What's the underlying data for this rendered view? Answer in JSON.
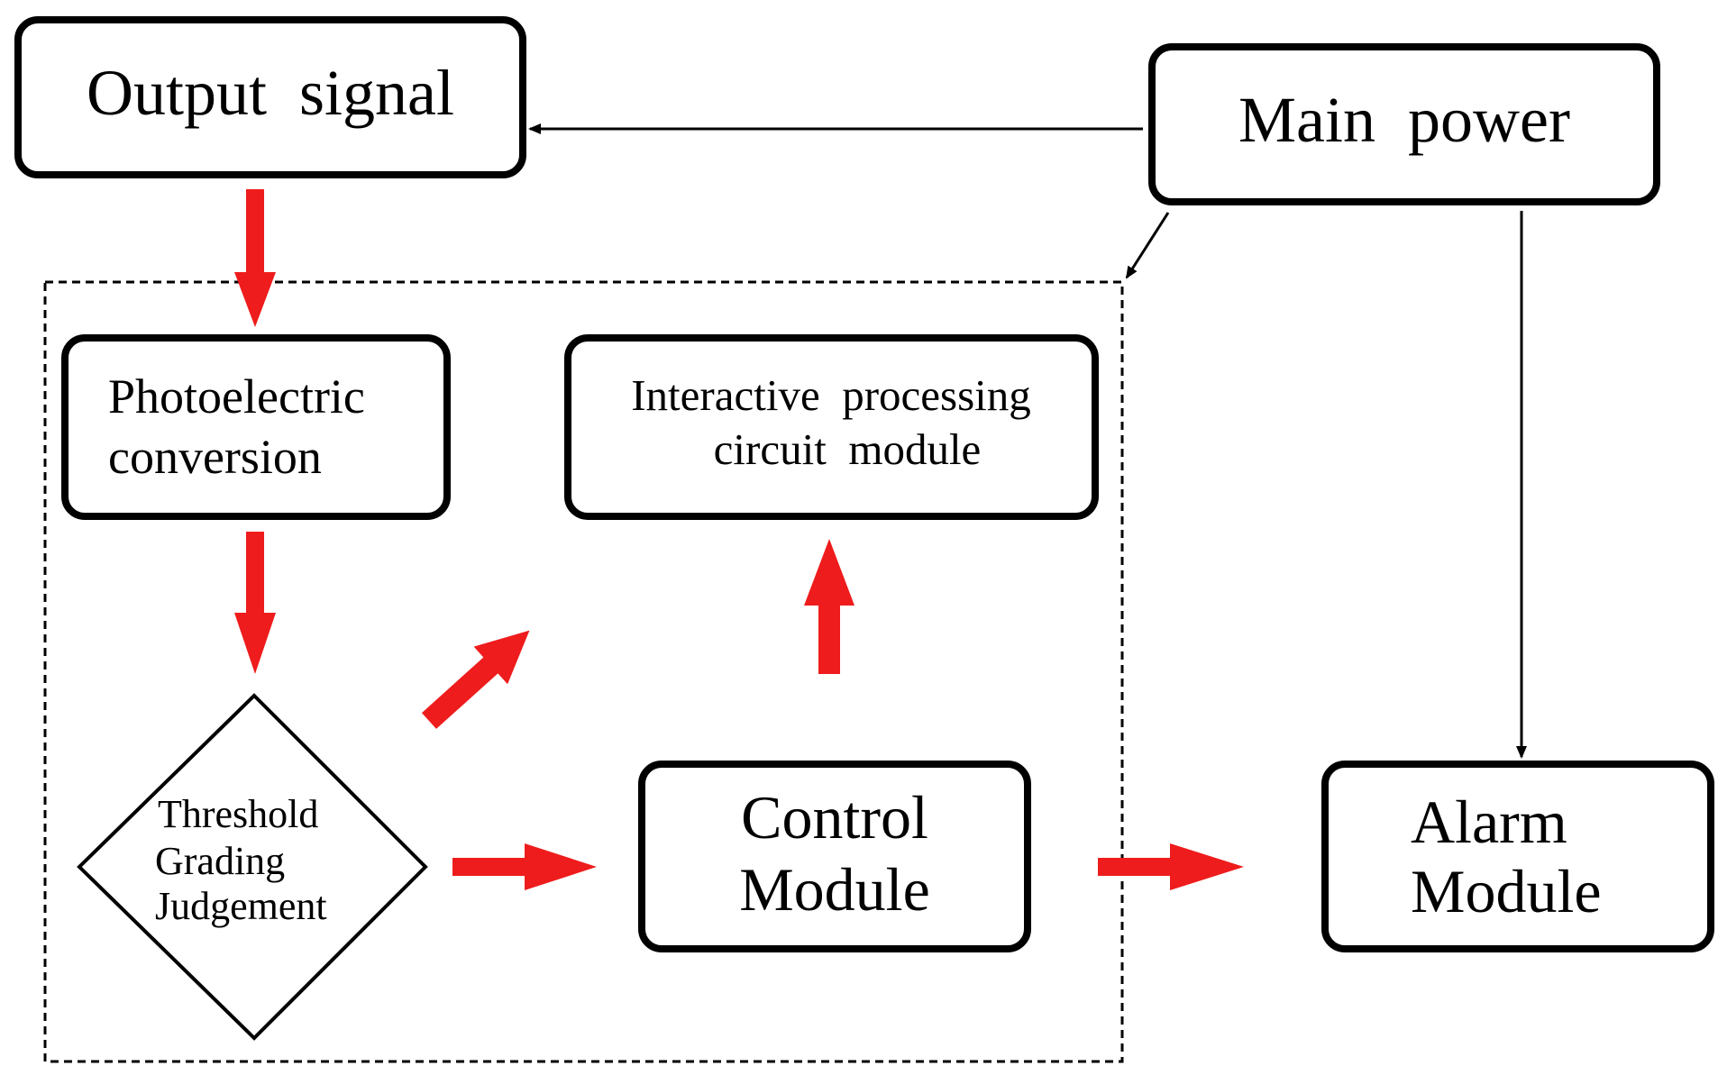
{
  "colors": {
    "ink": "#000000",
    "flow_arrow": "#ee1c1c",
    "background": "#ffffff"
  },
  "nodes": {
    "output_signal": {
      "lines": [
        "Output  signal"
      ]
    },
    "main_power": {
      "lines": [
        "Main  power"
      ]
    },
    "photoelectric": {
      "lines": [
        "Photoelectric",
        "conversion"
      ]
    },
    "interactive": {
      "lines": [
        "Interactive  processing",
        "circuit  module"
      ]
    },
    "threshold": {
      "lines": [
        "Threshold",
        "Grading",
        "Judgement"
      ]
    },
    "control": {
      "lines": [
        "Control",
        "Module"
      ]
    },
    "alarm": {
      "lines": [
        "Alarm",
        "Module"
      ]
    }
  }
}
